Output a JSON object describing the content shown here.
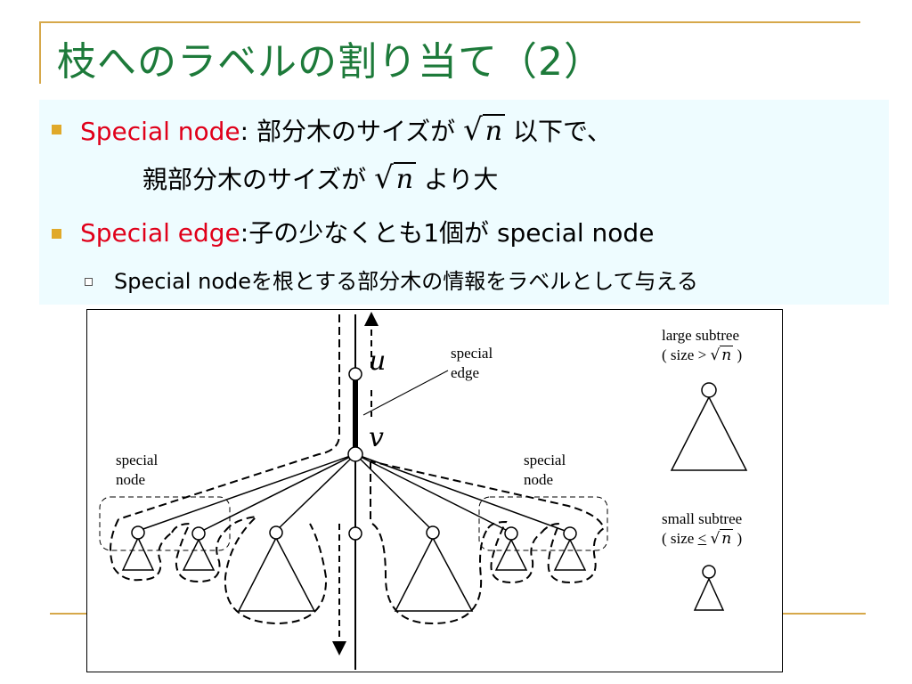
{
  "title": "枝へのラベルの割り当て（2）",
  "bullets": [
    {
      "term": "Special node",
      "colon": ":",
      "text": " 部分木のサイズが",
      "sqrt": "n",
      "text_after": " 以下で、"
    },
    {
      "cont_text": "親部分木のサイズが",
      "sqrt": "n",
      "text_after": " より大"
    },
    {
      "term": "Special edge",
      "colon": ":",
      "text": "子の少なくとも1個が special node"
    },
    {
      "sub": "Special nodeを根とする部分木の情報をラベルとして与える"
    }
  ],
  "diagram": {
    "u_label": "u",
    "v_label": "v",
    "special_edge_label": [
      "special",
      "edge"
    ],
    "special_node_left": [
      "special",
      "node"
    ],
    "special_node_right": [
      "special",
      "node"
    ],
    "large_subtree": [
      "large subtree",
      "( size >",
      "n",
      ")"
    ],
    "small_subtree": [
      "small subtree",
      "( size",
      "<",
      "n",
      ")"
    ]
  },
  "colors": {
    "title": "#1d7a3a",
    "term": "#e0001a",
    "bullet": "#e0a92a",
    "frame": "#d6a84a",
    "panel": "#eefcff"
  }
}
